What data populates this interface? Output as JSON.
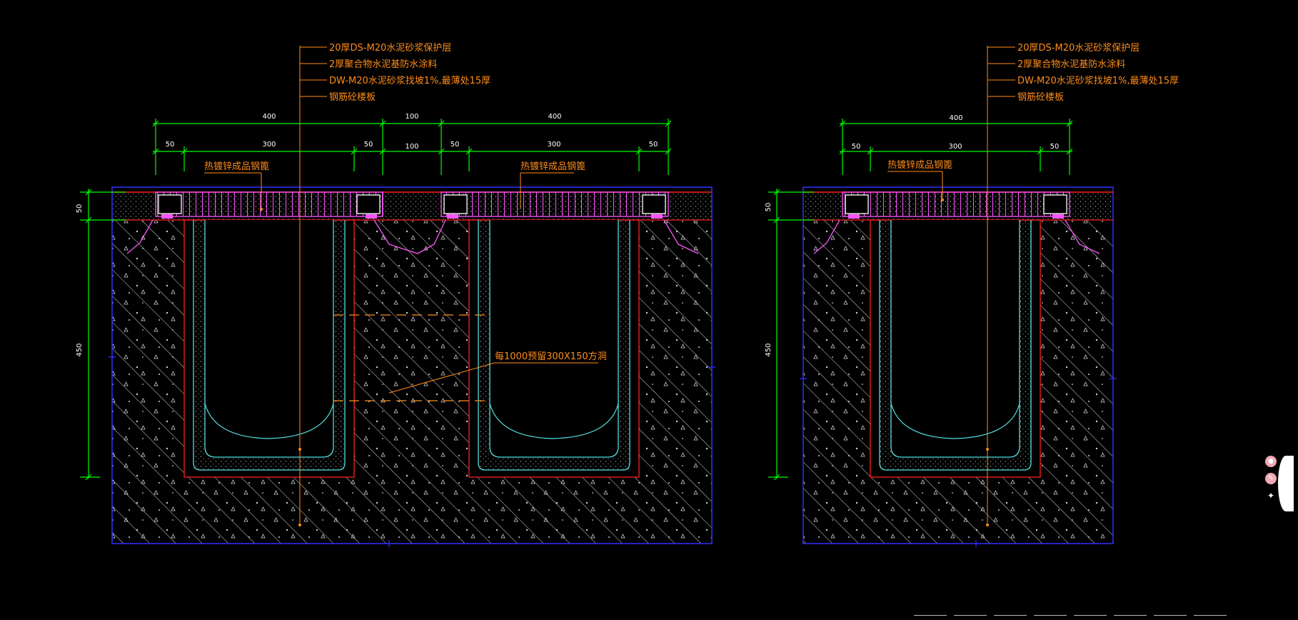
{
  "colors": {
    "background": "#000000",
    "dimension": "#00ff00",
    "annotation": "#ff8c1a",
    "leader": "#ff8c1a",
    "grating": "#ff55ff",
    "concrete_red": "#ff2020",
    "channel": "#55e0e0",
    "border_blue": "#3030ff",
    "hatch": "#e8e8e8"
  },
  "left_drawing": {
    "layer_labels": [
      "20厚DS-M20水泥砂浆保护层",
      "2厚聚合物水泥基防水涂料",
      "DW-M20水泥砂浆找坡1%,最薄处15厚",
      "钢筋砼楼板"
    ],
    "grating_label_1": "热镀锌成品钢篦",
    "grating_label_2": "热镀锌成品钢篦",
    "pipe_label": "每1000预留300X150方洞",
    "dim_top": [
      "400",
      "100",
      "400"
    ],
    "dim_second": [
      "50",
      "300",
      "50",
      "100",
      "50",
      "300",
      "50"
    ],
    "dim_side": [
      "50",
      "450"
    ]
  },
  "right_drawing": {
    "layer_labels": [
      "20厚DS-M20水泥砂浆保护层",
      "2厚聚合物水泥基防水涂料",
      "DW-M20水泥砂浆找坡1%,最薄处15厚",
      "钢筋砼楼板"
    ],
    "grating_label": "热镀锌成品钢篦",
    "dim_top": [
      "400"
    ],
    "dim_second": [
      "50",
      "300",
      "50"
    ],
    "dim_side": [
      "50",
      "450"
    ]
  },
  "side_tools": {
    "icons": [
      "record-icon",
      "ink-icon",
      "shirt-icon"
    ],
    "glyphs": [
      "●",
      "✎",
      "✦"
    ]
  }
}
